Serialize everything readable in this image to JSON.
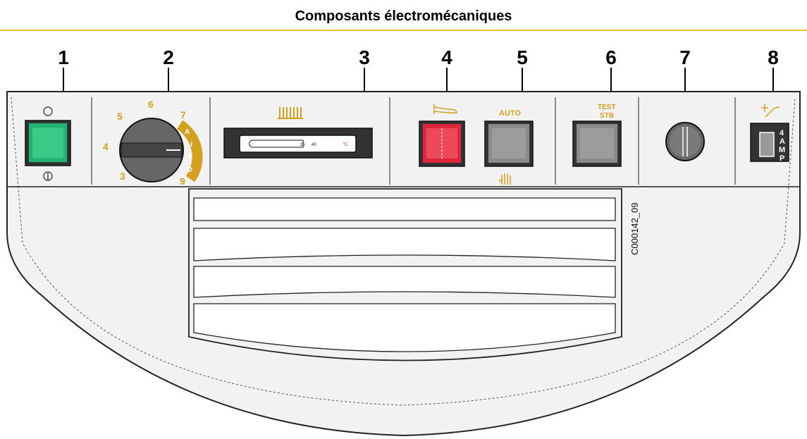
{
  "header": {
    "title": "Composants électromécaniques"
  },
  "colors": {
    "rule": "#f0c020",
    "gold": "#d4a020",
    "green": "#22b573",
    "red": "#e0263a",
    "gray": "#8a8a8a",
    "panel": "#f2f2f2",
    "face": "#e9e9e9"
  },
  "callouts": [
    "1",
    "2",
    "3",
    "4",
    "5",
    "6",
    "7",
    "8"
  ],
  "selector": {
    "scale": [
      "3",
      "4",
      "5",
      "6",
      "7",
      "9"
    ],
    "auto_letters": [
      "A",
      "U",
      "T",
      "O"
    ]
  },
  "thermometer": {
    "marks": [
      "25",
      "40",
      "°C"
    ]
  },
  "buttons": {
    "auto": "AUTO",
    "test": "TEST",
    "stb": "STB"
  },
  "fuse": {
    "letters": [
      "4",
      "A",
      "M",
      "P"
    ]
  },
  "icons": {
    "on_off": "power-on-off-icon",
    "horn": "horn-icon",
    "hand": "manual-hand-icon",
    "radiator": "radiator-icon",
    "fuse": "fuse-icon"
  },
  "reference": "C000142_09"
}
